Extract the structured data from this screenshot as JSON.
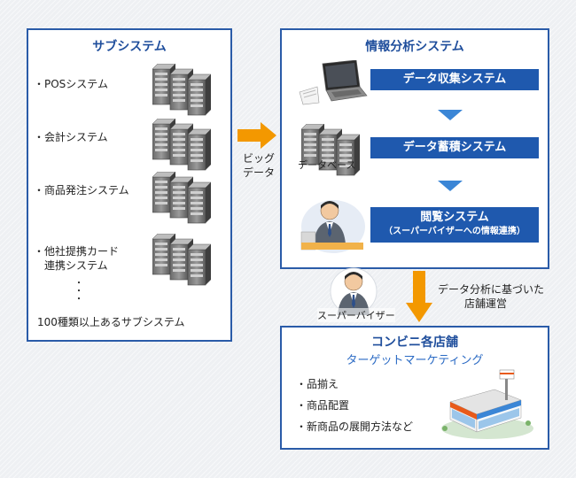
{
  "left_panel": {
    "title": "サブシステム",
    "items": [
      "・POSシステム",
      "・会計システム",
      "・商品発注システム",
      "・他社提携カード",
      "　連携システム"
    ],
    "dots": "・\n・\n・",
    "footer": "100種類以上あるサブシステム"
  },
  "arrow_label": {
    "line1": "ビッグ",
    "line2": "データ"
  },
  "right_panel": {
    "title": "情報分析システム",
    "collect": "データ収集システム",
    "store": "データ蓄積システム",
    "db_label": "データベース",
    "browse_title": "閲覧システム",
    "browse_sub": "（スーパーバイザーへの情報連携）"
  },
  "supervisor": {
    "label": "スーパーバイザー",
    "note_line1": "データ分析に基づいた",
    "note_line2": "店舗運営"
  },
  "store_panel": {
    "title": "コンビニ各店舗",
    "subtitle": "ターゲットマーケティング",
    "items": [
      "・品揃え",
      "・商品配置",
      "・新商品の展開方法など"
    ]
  },
  "colors": {
    "accent": "#1f59ae",
    "arrow": "#f39800",
    "panel_border": "#2a5ba8"
  }
}
